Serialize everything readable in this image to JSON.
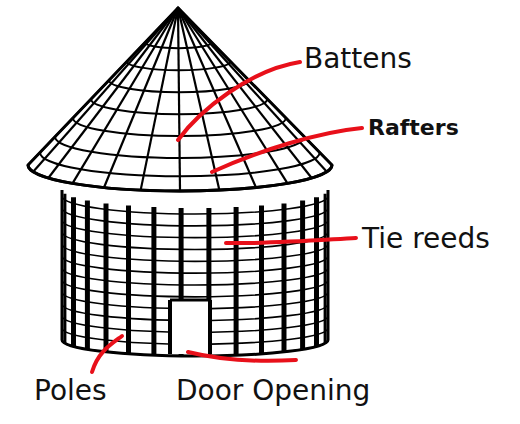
{
  "diagram": {
    "labels": [
      "Battens",
      "Rafters",
      "Tie reeds",
      "Poles",
      "Door Opening"
    ]
  }
}
